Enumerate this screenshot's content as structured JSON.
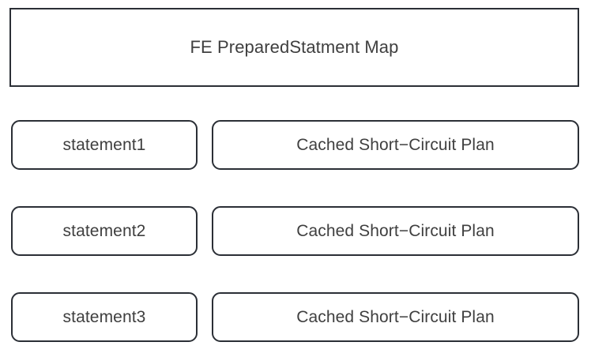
{
  "diagram": {
    "type": "block-diagram",
    "background_color": "#ffffff",
    "border_color": "#2b2f36",
    "text_color": "#3f3f3f",
    "container": {
      "title": "FE PreparedStatment Map"
    },
    "entries": [
      {
        "key_label": "statement1",
        "value_label": "Cached Short−Circuit Plan"
      },
      {
        "key_label": "statement2",
        "value_label": "Cached Short−Circuit Plan"
      },
      {
        "key_label": "statement3",
        "value_label": "Cached Short−Circuit Plan"
      }
    ]
  }
}
